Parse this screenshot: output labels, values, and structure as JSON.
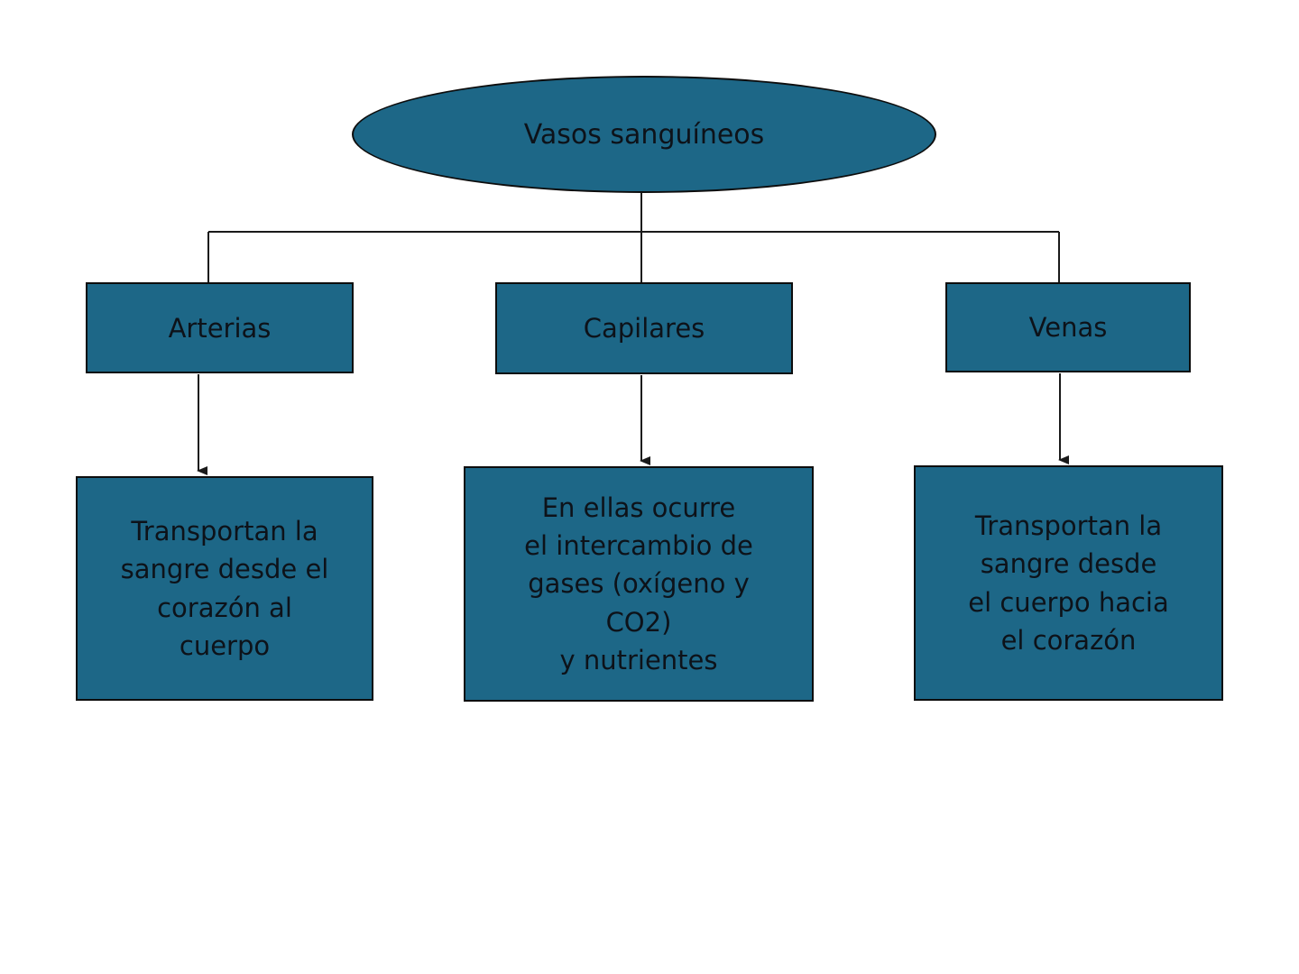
{
  "diagram": {
    "title": "Vasos sanguíneos",
    "root": {
      "label": "Vasos sanguíneos"
    },
    "branches": [
      {
        "label": "Arterias",
        "description": "Transportan la\nsangre desde el\ncorazón al\ncuerpo"
      },
      {
        "label": "Capilares",
        "description": "En ellas ocurre\nel intercambio de\ngases (oxígeno y\nCO2)\ny nutrientes"
      },
      {
        "label": "Venas",
        "description": "Transportan la\nsangre desde\nel cuerpo hacia\nel corazón"
      }
    ]
  },
  "colors": {
    "node_fill": "#1d6787",
    "node_border": "#0d0d0d",
    "connector": "#1a1a1a",
    "text": "#0d1219",
    "background": "#ffffff"
  }
}
